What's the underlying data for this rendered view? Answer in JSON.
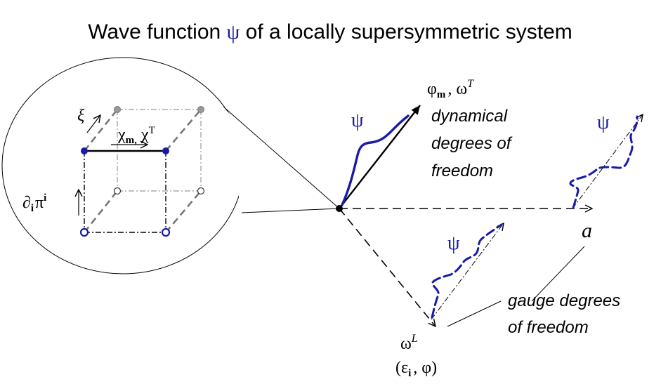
{
  "title": {
    "before": "Wave function ",
    "psi": "ψ",
    "after": " of a locally supersymmetric system"
  },
  "psi_symbol": "ψ",
  "psi_color": "#1a1aa8",
  "dynamical": {
    "axis_phi": "φ",
    "axis_sub": "m",
    "axis_rest": ", ω",
    "axis_sup": "T",
    "lines": [
      "dynamical",
      "degrees of",
      "freedom"
    ]
  },
  "scale_axis_label": "a",
  "gauge": {
    "omega": "ω",
    "omega_sup": "L",
    "paren_open": "(ε",
    "paren_sub": "i",
    "paren_rest": ", φ)",
    "lines": [
      "gauge degrees",
      "of freedom"
    ]
  },
  "inset": {
    "xi": "ξ",
    "chi_m": "χ",
    "chi_m_sub": "m,",
    "chi_T": " χ",
    "chi_T_sup": "T",
    "d": "∂",
    "d_sub": "i",
    "pi": "π",
    "pi_sup": "i"
  }
}
